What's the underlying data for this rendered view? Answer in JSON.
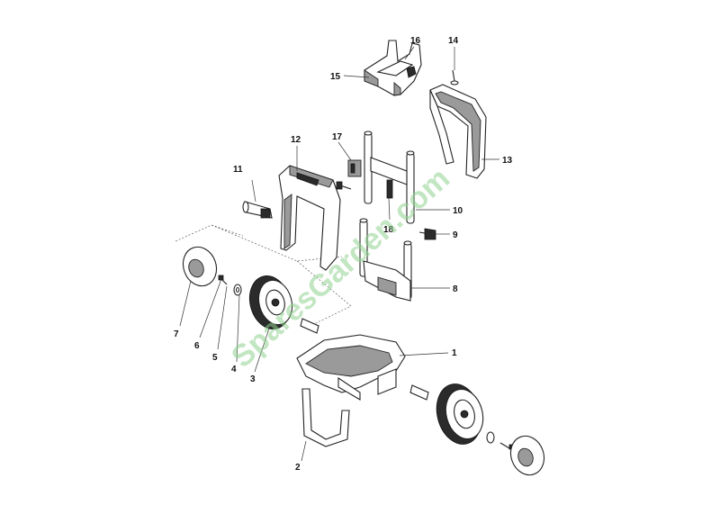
{
  "diagram": {
    "callouts": [
      {
        "id": "1",
        "label": "1"
      },
      {
        "id": "2",
        "label": "2"
      },
      {
        "id": "3",
        "label": "3"
      },
      {
        "id": "4",
        "label": "4"
      },
      {
        "id": "5",
        "label": "5"
      },
      {
        "id": "6",
        "label": "6"
      },
      {
        "id": "7",
        "label": "7"
      },
      {
        "id": "8",
        "label": "8"
      },
      {
        "id": "9",
        "label": "9"
      },
      {
        "id": "10",
        "label": "10"
      },
      {
        "id": "11",
        "label": "11"
      },
      {
        "id": "12",
        "label": "12"
      },
      {
        "id": "13",
        "label": "13"
      },
      {
        "id": "14",
        "label": "14"
      },
      {
        "id": "15",
        "label": "15"
      },
      {
        "id": "16",
        "label": "16"
      },
      {
        "id": "17",
        "label": "17"
      },
      {
        "id": "18",
        "label": "18"
      }
    ],
    "watermark": "SparesGarden.com"
  }
}
